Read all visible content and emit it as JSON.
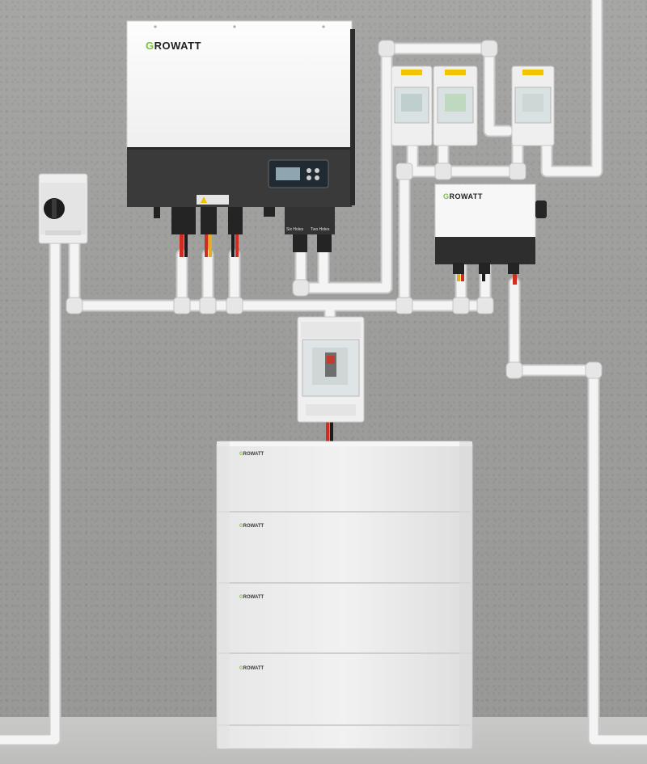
{
  "brand": "GROWATT",
  "inverter": {
    "port_label_left": "Six Holes",
    "port_label_right": "Two Holes"
  },
  "colors": {
    "growatt_green": "#7cc242",
    "wall": "#9d9d9b",
    "conduit": "#f2f2f2",
    "cable_red": "#d42b20",
    "cable_black": "#1c1c1c"
  }
}
